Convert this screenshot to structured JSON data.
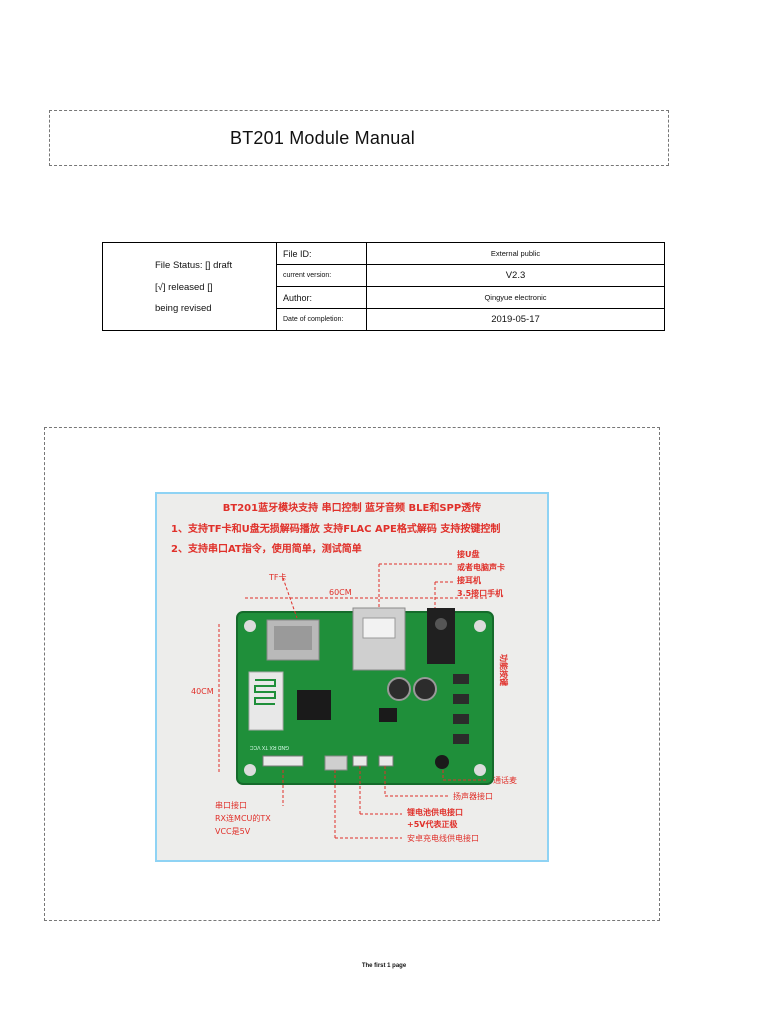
{
  "document": {
    "title": "BT201 Module Manual",
    "footer": "The first 1 page"
  },
  "info_table": {
    "status_line1": "File Status: [] draft",
    "status_line2": "[√] released []",
    "status_line3": "being revised",
    "rows": [
      {
        "label": "File ID:",
        "value": "External public"
      },
      {
        "label": "current version:",
        "value": "V2.3"
      },
      {
        "label": "Author:",
        "value": "Qingyue electronic"
      },
      {
        "label": "Date of completion:",
        "value": "2019-05-17"
      }
    ]
  },
  "photo": {
    "heading": "BT201蓝牙模块支持 串口控制 蓝牙音频 BLE和SPP透传",
    "feature1": "1、支持TF卡和U盘无损解码播放 支持FLAC APE格式解码 支持按键控制",
    "feature2": "2、支持串口AT指令，使用简单，测试简单",
    "label_tf": "TF卡",
    "label_width": "60CM",
    "label_height": "40CM",
    "label_usb1": "接U盘",
    "label_usb2": "或者电脑声卡",
    "label_jack1": "接耳机",
    "label_jack2": "3.5接口手机",
    "label_keys": "功能按键",
    "label_mic": "通话麦",
    "label_speaker": "扬声器接口",
    "label_battery": "锂电池供电接口",
    "label_plus5v": "+5V代表正极",
    "label_android": "安卓充电线供电接口",
    "label_uart1": "串口接口",
    "label_uart2": "RX连MCU的TX",
    "label_uart3": "VCC是5V",
    "silk_pins": "GND RX TX VCC",
    "colors": {
      "annotation": "#e0302a",
      "pcb": "#1f8f3a",
      "frame": "#8fd3f4"
    }
  }
}
